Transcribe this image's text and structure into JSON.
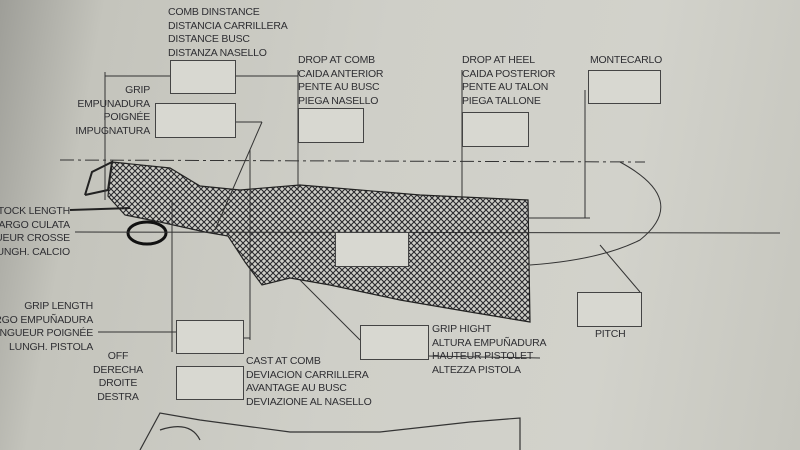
{
  "labels": {
    "comb_distance": [
      "COMB DINSTANCE",
      "DISTANCIA CARRILLERA",
      "DISTANCE BUSC",
      "DISTANZA NASELLO"
    ],
    "grip": [
      "GRIP",
      "EMPUNADURA",
      "POIGNÉE",
      "IMPUGNATURA"
    ],
    "drop_at_comb": [
      "DROP AT COMB",
      "CAIDA ANTERIOR",
      "PENTE AU BUSC",
      "PIEGA NASELLO"
    ],
    "drop_at_heel": [
      "DROP AT HEEL",
      "CAIDA POSTERIOR",
      "PENTE AU TALON",
      "PIEGA TALLONE"
    ],
    "montecarlo": "MONTECARLO",
    "stock_length": [
      "STOCK LENGTH",
      "LARGO CULATA",
      "LONGUEUR CROSSE",
      "LUNGH. CALCIO"
    ],
    "grip_length": [
      "GRIP LENGTH",
      "LARGO EMPUÑADURA",
      "LONGUEUR POIGNÉE",
      "LUNGH. PISTOLA"
    ],
    "off": [
      "OFF",
      "DERECHA",
      "DROITE",
      "DESTRA"
    ],
    "cast_at_comb": [
      "CAST AT COMB",
      "DEVIACION CARRILLERA",
      "AVANTAGE AU BUSC",
      "DEVIAZIONE AL NASELLO"
    ],
    "grip_height": [
      "GRIP HIGHT",
      "ALTURA EMPUÑADURA",
      "HAUTEUR PISTOLET",
      "ALTEZZA PISTOLA"
    ],
    "pitch": "PITCH"
  }
}
